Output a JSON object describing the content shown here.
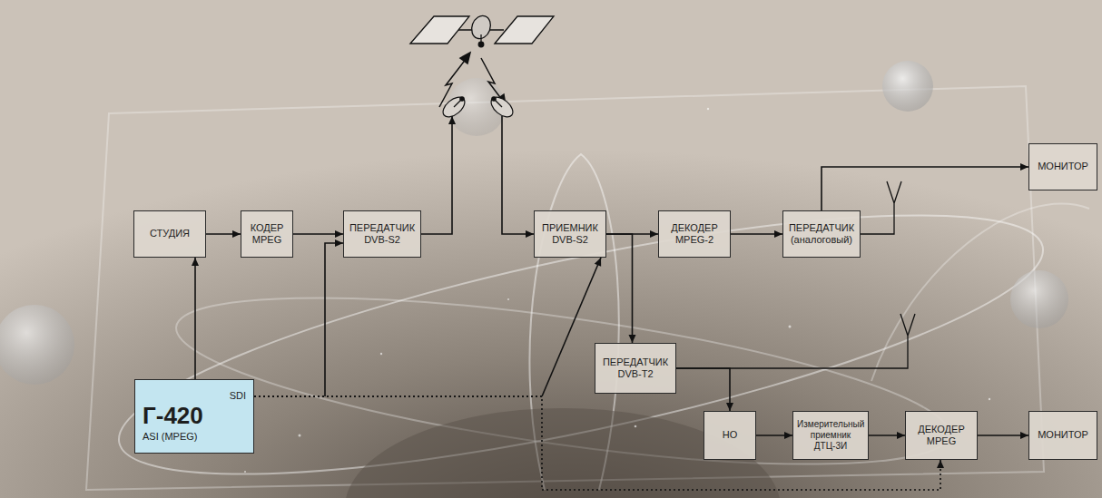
{
  "diagram": {
    "nodes": [
      {
        "text": [
          "СТУДИЯ"
        ]
      },
      {
        "text": [
          "КОДЕР MPEG"
        ]
      },
      {
        "text": [
          "ПЕРЕДАТЧИК DVB-S2"
        ]
      },
      {
        "text": [
          "ПРИЕМНИК DVB-S2"
        ]
      },
      {
        "text": [
          "ДЕКОДЕР MPEG-2"
        ]
      },
      {
        "text": [
          "ПЕРЕДАТЧИК (аналоговый)"
        ]
      },
      {
        "text": [
          "МОНИТОР"
        ]
      },
      {
        "text": [
          "SDI",
          "Г-420",
          "ASI (MPEG)"
        ]
      },
      {
        "text": [
          "ПЕРЕДАТЧИК DVB-T2"
        ]
      },
      {
        "text": [
          "НО"
        ]
      },
      {
        "text": [
          "Измерительный приемник ДТЦ-3И"
        ]
      },
      {
        "text": [
          "ДЕКОДЕР MPEG"
        ]
      },
      {
        "text": [
          "МОНИТОР"
        ]
      }
    ],
    "edges": [
      {
        "from": 0,
        "to": 1,
        "arrow": "to"
      },
      {
        "from": 1,
        "to": 2,
        "arrow": "to"
      },
      {
        "from": 2,
        "to": 3,
        "arrow": "to"
      },
      {
        "from": 3,
        "to": 4,
        "arrow": "to"
      },
      {
        "from": 3,
        "to": 8,
        "arrow": "to"
      },
      {
        "from": 4,
        "to": 5,
        "arrow": "to"
      },
      {
        "from": 5,
        "to": 6,
        "arrow": "to"
      },
      {
        "from": 7,
        "to": 0,
        "arrow": "to"
      },
      {
        "from": 7,
        "to": 2,
        "arrow": "to"
      },
      {
        "from": 7,
        "to": 3,
        "arrow": "to"
      },
      {
        "from": 7,
        "to": 11,
        "arrow": "to"
      },
      {
        "from": 8,
        "to": 9,
        "arrow": "to"
      },
      {
        "from": 9,
        "to": 10,
        "arrow": "to"
      },
      {
        "from": 10,
        "to": 11,
        "arrow": "to"
      },
      {
        "from": 11,
        "to": 12,
        "arrow": "to"
      }
    ]
  }
}
